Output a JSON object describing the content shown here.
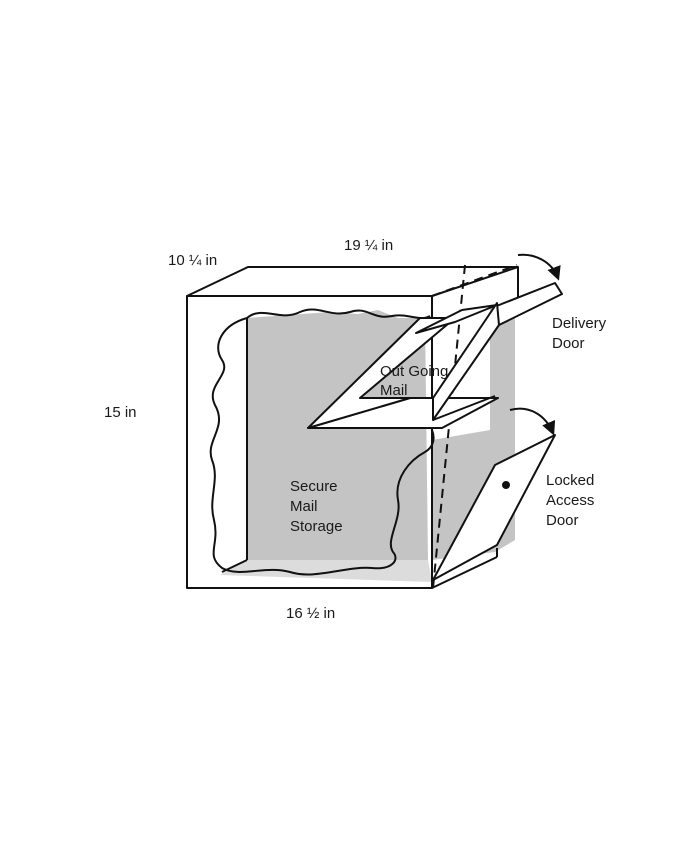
{
  "colors": {
    "fill": "#c4c4c4",
    "stroke": "#111111",
    "background": "#ffffff"
  },
  "dimensions": {
    "depth": "10 ¼ in",
    "width_top": "19 ¼ in",
    "height": "15 in",
    "width_bottom": "16 ½ in"
  },
  "labels": {
    "delivery_door": [
      "Delivery",
      "Door"
    ],
    "outgoing_mail": [
      "Out Going",
      "Mail"
    ],
    "secure_storage": [
      "Secure",
      "Mail",
      "Storage"
    ],
    "locked_door": [
      "Locked",
      "Access",
      "Door"
    ]
  }
}
